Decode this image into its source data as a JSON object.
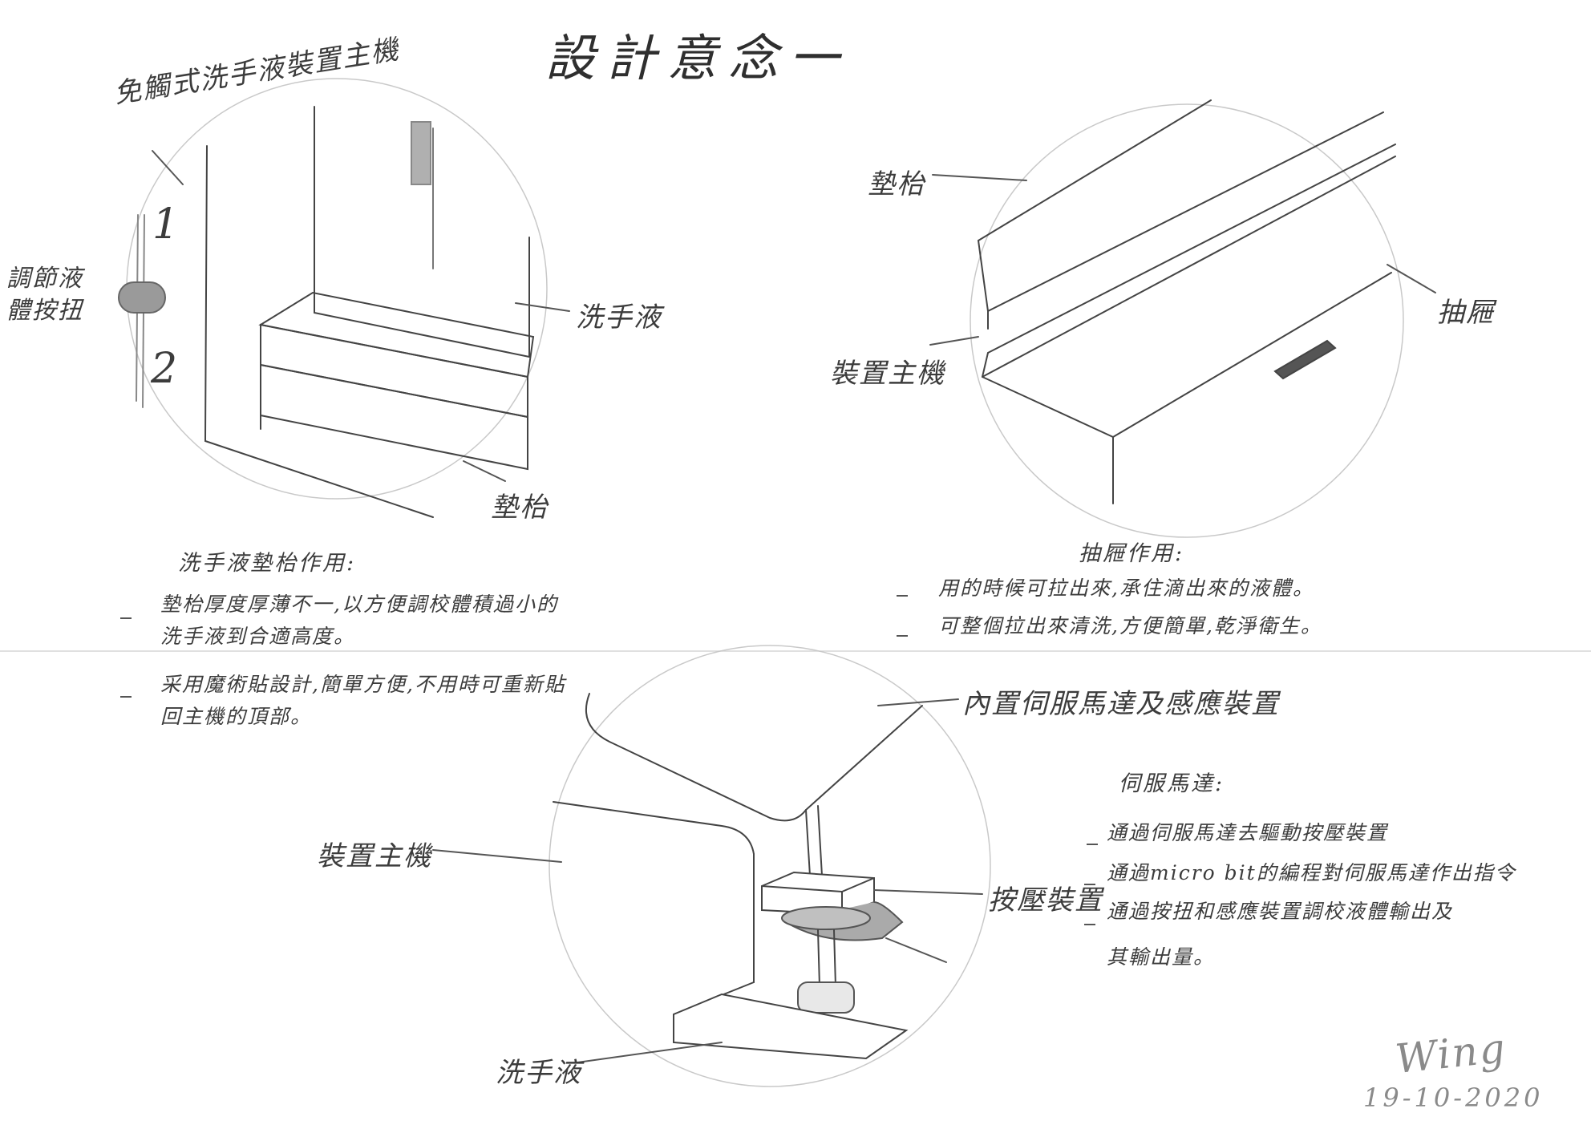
{
  "title": "設計意念一",
  "top_left": {
    "header": "免觸式洗手液裝置主機",
    "knob_label_line1": "調節液",
    "knob_label_line2": "體按扭",
    "num_1": "1",
    "num_2": "2",
    "liquid_label": "洗手液",
    "pad_label": "墊枱"
  },
  "top_right": {
    "pad_label": "墊枱",
    "drawer_label": "抽屜",
    "host_label": "裝置主機"
  },
  "pad_notes": {
    "heading": "洗手液墊枱作用:",
    "item1_line1": "墊枱厚度厚薄不一,以方便調校體積過小的",
    "item1_line2": "洗手液到合適高度。",
    "item2_line1": "采用魔術貼設計,簡單方便,不用時可重新貼",
    "item2_line2": "回主機的頂部。"
  },
  "drawer_notes": {
    "heading": "抽屜作用:",
    "item1": "用的時候可拉出來,承住滴出來的液體。",
    "item2": "可整個拉出來清洗,方便簡單,乾淨衛生。"
  },
  "bottom": {
    "servo_label": "內置伺服馬達及感應裝置",
    "host_label": "裝置主機",
    "press_label": "按壓裝置",
    "liquid_label": "洗手液"
  },
  "servo_notes": {
    "heading": "伺服馬達:",
    "item1": "通過伺服馬達去驅動按壓裝置",
    "item2": "通過micro bit的編程對伺服馬達作出指令",
    "item3_line1": "通過按扭和感應裝置調校液體輸出及",
    "item3_line2": "其輸出量。"
  },
  "signature": {
    "name": "Wing",
    "date": "19-10-2020"
  }
}
